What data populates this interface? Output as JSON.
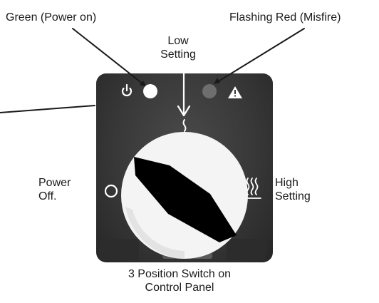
{
  "labels": {
    "green_led": "Green (Power on)",
    "red_led": "Flashing Red (Misfire)",
    "low_setting": [
      "Low",
      "Setting"
    ],
    "power_off": [
      "Power",
      "Off."
    ],
    "high_setting": [
      "High",
      "Setting"
    ],
    "caption": [
      "3 Position Switch on",
      "Control Panel"
    ]
  },
  "icons": {
    "power": "power-icon",
    "warning": "warning-triangle-icon",
    "off_position": "circle-off-icon",
    "high_position": "heat-waves-icon"
  },
  "colors": {
    "panel": "#383838",
    "knob": "#f4f4f4",
    "pointer": "#000000",
    "green_led": "#ffffff",
    "red_led": "#6e6e6e",
    "leader_line": "#1a1a1a",
    "symbol": "#ffffff"
  }
}
